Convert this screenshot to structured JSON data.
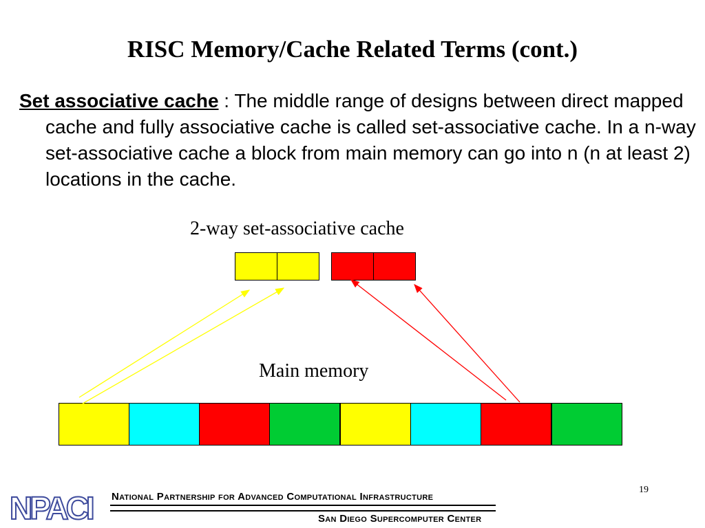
{
  "slide": {
    "title": "RISC Memory/Cache Related Terms (cont.)",
    "term": "Set associative cache",
    "definition": " : The middle range of designs between direct mapped cache and fully associative cache is called set-associative cache. In a n-way set-associative cache a block from main memory can go into n (n at least 2) locations in the cache.",
    "page_number": "19"
  },
  "diagram": {
    "cache_label": "2-way set-associative cache",
    "memory_label": "Main memory",
    "cache_sets": [
      {
        "color": "#ffff00",
        "ways": 2
      },
      {
        "color": "#ff0000",
        "ways": 2
      }
    ],
    "memory_blocks": [
      "#ffff00",
      "#00ffff",
      "#ff0000",
      "#00cc33",
      "#ffff00",
      "#00ffff",
      "#ff0000",
      "#00cc33"
    ],
    "mappings": [
      {
        "from_block": 0,
        "to_set": 0,
        "color": "#ffff00"
      },
      {
        "from_block": 6,
        "to_set": 1,
        "color": "#ff0000"
      }
    ]
  },
  "footer": {
    "logo_text": "NPACI",
    "line1": "National Partnership for Advanced Computational Infrastructure",
    "line2": "San Diego Supercomputer Center"
  }
}
